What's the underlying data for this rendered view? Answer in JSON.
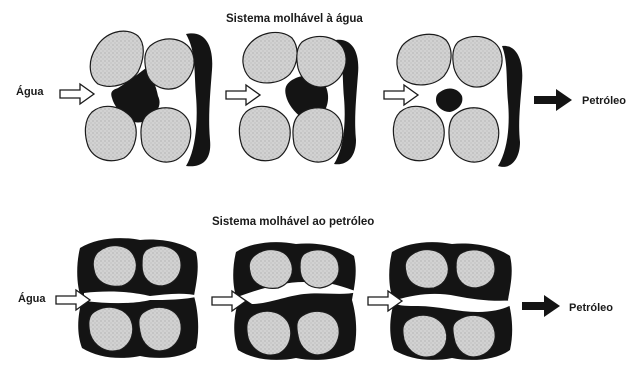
{
  "sections": [
    {
      "title": "Sistema molhável à água",
      "inlet_label": "Água",
      "outlet_label": "Petróleo"
    },
    {
      "title": "Sistema molhável ao petróleo",
      "inlet_label": "Água",
      "outlet_label": "Petróleo"
    }
  ],
  "colors": {
    "grain_fill": "#cfcfcf",
    "grain_outline": "#1a1a1a",
    "oil": "#141414",
    "arrow_hollow_fill": "#ffffff",
    "arrow_solid_fill": "#141414"
  },
  "icons": {
    "inlet_arrow": "hollow-right-arrow-icon",
    "outlet_arrow": "solid-right-arrow-icon"
  }
}
